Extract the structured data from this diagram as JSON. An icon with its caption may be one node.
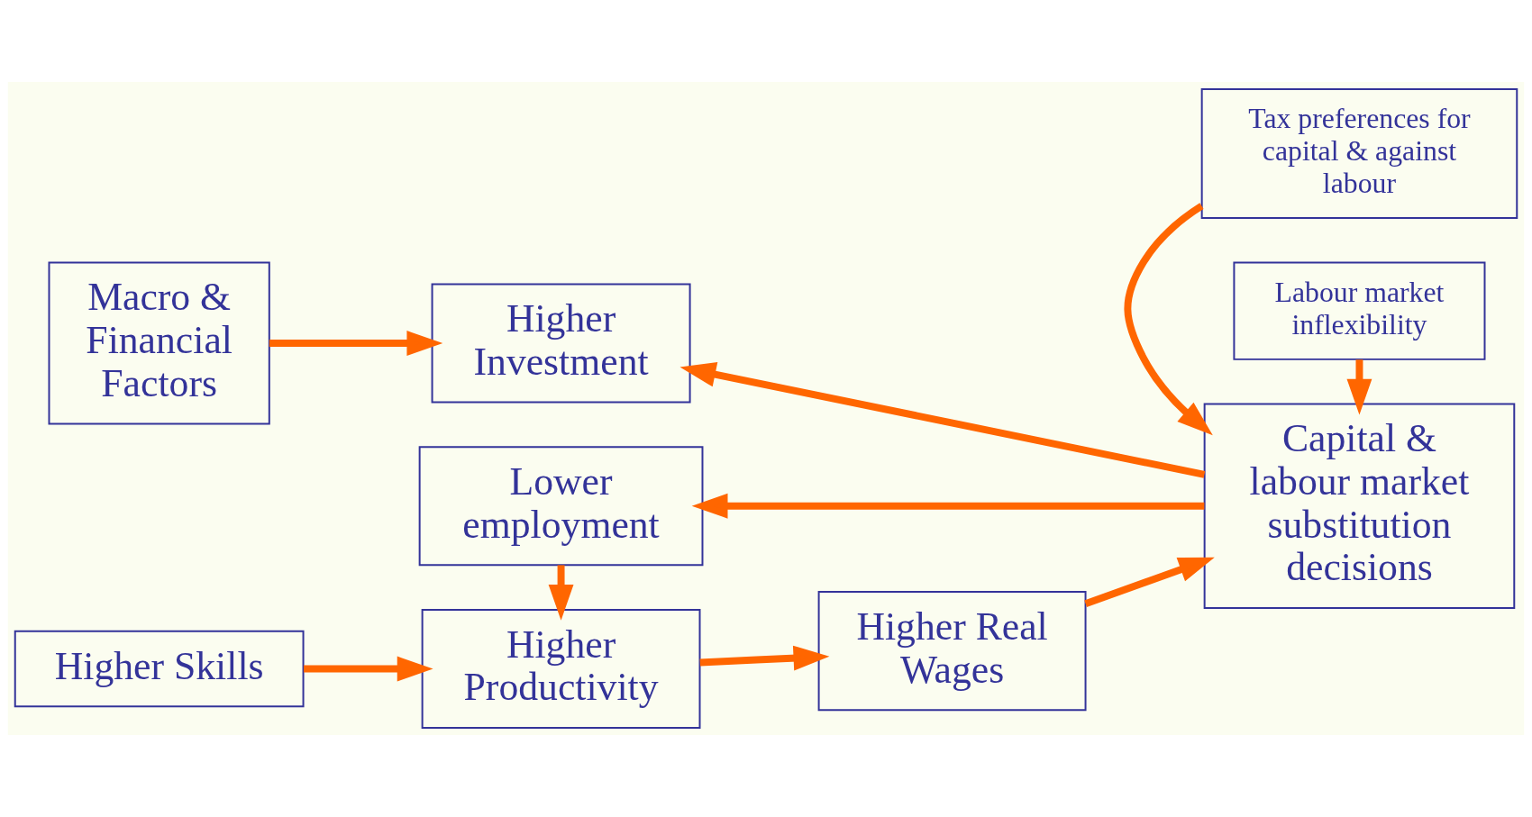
{
  "diagram": {
    "nodes": [
      {
        "text": [
          "Macro & Financial Factors"
        ]
      },
      {
        "text": [
          "Higher Investment"
        ]
      },
      {
        "text": [
          "Lower employment"
        ]
      },
      {
        "text": [
          "Tax preferences for capital & against labour"
        ]
      },
      {
        "text": [
          "Labour market inflexibility"
        ]
      },
      {
        "text": [
          "Capital & labour market substitution decisions"
        ]
      },
      {
        "text": [
          "Higher Skills"
        ]
      },
      {
        "text": [
          "Higher Productivity"
        ]
      },
      {
        "text": [
          "Higher Real Wages"
        ]
      }
    ],
    "edges": [
      {
        "from": 0,
        "to": 1,
        "arrow": "to"
      },
      {
        "from": 5,
        "to": 1,
        "arrow": "to"
      },
      {
        "from": 5,
        "to": 2,
        "arrow": "to"
      },
      {
        "from": 3,
        "to": 5,
        "arrow": "to"
      },
      {
        "from": 4,
        "to": 5,
        "arrow": "to"
      },
      {
        "from": 2,
        "to": 7,
        "arrow": "to"
      },
      {
        "from": 6,
        "to": 7,
        "arrow": "to"
      },
      {
        "from": 7,
        "to": 8,
        "arrow": "to"
      },
      {
        "from": 8,
        "to": 5,
        "arrow": "to"
      }
    ]
  }
}
